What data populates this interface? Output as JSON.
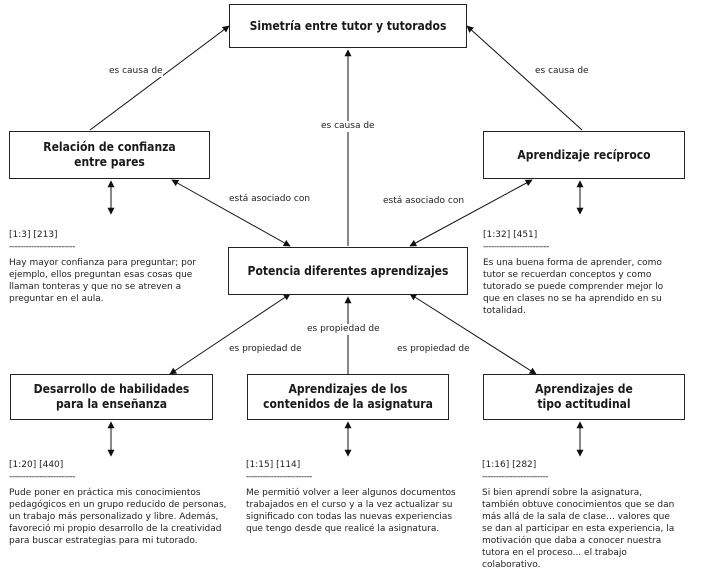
{
  "nodes": {
    "simetria": "Simetría entre tutor y tutorados",
    "confianza": "Relación de confianza\nentre pares",
    "reciproco": "Aprendizaje recíproco",
    "potencia": "Potencia diferentes aprendizajes",
    "habilidades": "Desarrollo de habilidades\npara la enseñanza",
    "contenidos": "Aprendizajes de los\ncontenidos de la asignatura",
    "actitudinal": "Aprendizajes de\ntipo actitudinal"
  },
  "edges": {
    "causa_left": "es causa de",
    "causa_center": "es causa de",
    "causa_right": "es causa de",
    "asociado_left": "está asociado con",
    "asociado_right": "está asociado con",
    "propiedad_left": "es propiedad de",
    "propiedad_center": "es propiedad de",
    "propiedad_right": "es propiedad de"
  },
  "quotes": {
    "q1": {
      "ref": "[1:3] [213]",
      "separator": "------------------------",
      "text": "Hay mayor confianza para preguntar; por ejemplo, ellos preguntan esas cosas que llaman tonteras y que no se atreven a preguntar en el aula."
    },
    "q2": {
      "ref": "[1:32] [451]",
      "separator": "------------------------",
      "text": "Es una buena forma de aprender, como tutor se recuerdan conceptos y como tutorado se puede comprender mejor lo que en clases no se ha aprendido en su totalidad."
    },
    "q3": {
      "ref": "[1:20] [440]",
      "separator": "------------------------",
      "text": "Pude poner en práctica mis conocimientos pedagógicos en un grupo reducido de personas, un trabajo más personalizado y libre. Además, favoreció mi propio desarrollo de la creatividad para buscar estrategias para mi tutorado."
    },
    "q4": {
      "ref": "[1:15] [114]",
      "separator": "------------------------",
      "text": "Me permitió volver a leer algunos documentos trabajados en el curso y a la vez actualizar su significado con todas las nuevas experiencias que tengo desde que realicé la asignatura."
    },
    "q5": {
      "ref": "[1:16] [282]",
      "separator": "------------------------",
      "text": "Si bien aprendí sobre la asignatura, también obtuve conocimientos que se dan más allá de la sala de clase... valores que se dan al participar en esta experiencia, la motivación que daba a conocer nuestra tutora en el proceso... el trabajo colaborativo."
    }
  }
}
